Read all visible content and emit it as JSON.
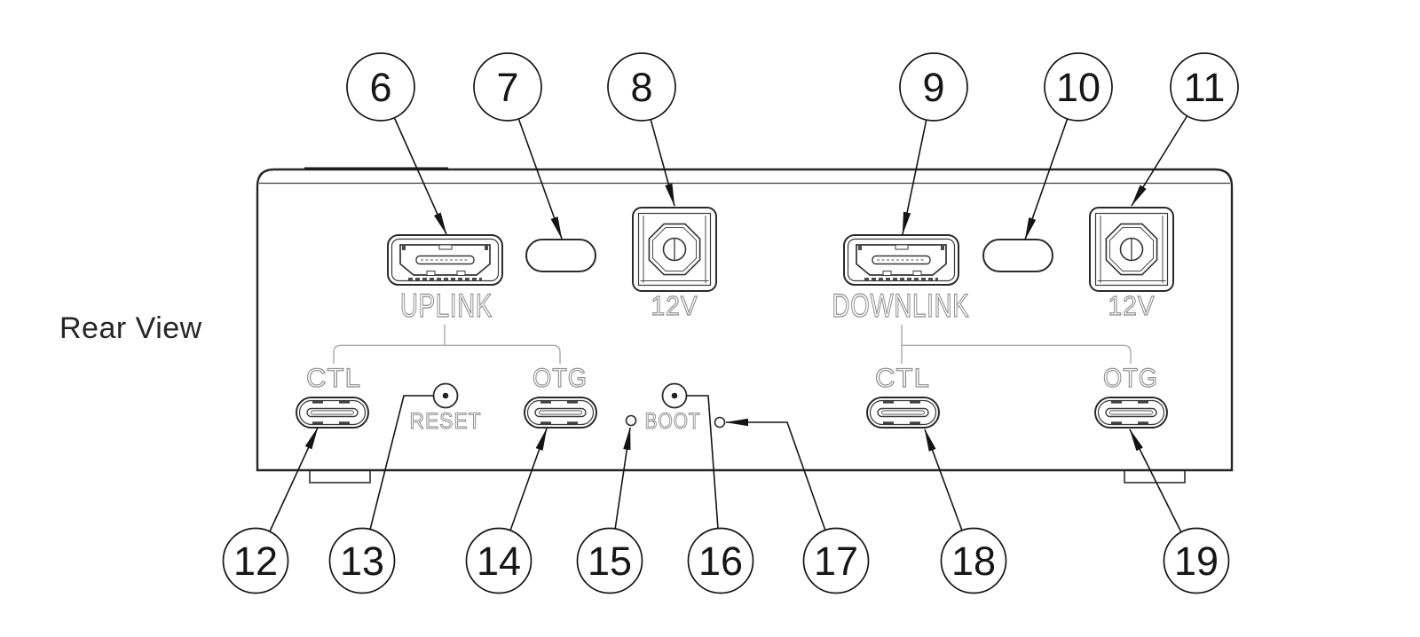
{
  "view": {
    "title": "Rear View"
  },
  "labels": {
    "uplink": "UPLINK",
    "downlink": "DOWNLINK",
    "power_left": "12V",
    "power_right": "12V",
    "ctl_left": "CTL",
    "otg_left": "OTG",
    "ctl_right": "CTL",
    "otg_right": "OTG",
    "reset": "RESET",
    "boot": "BOOT"
  },
  "callouts": {
    "c6": "6",
    "c7": "7",
    "c8": "8",
    "c9": "9",
    "c10": "10",
    "c11": "11",
    "c12": "12",
    "c13": "13",
    "c14": "14",
    "c15": "15",
    "c16": "16",
    "c17": "17",
    "c18": "18",
    "c19": "19"
  },
  "colors": {
    "background": "#ffffff",
    "outline": "#2a2a2a",
    "leader": "#141414",
    "engraved_label": "#8d8d8d",
    "bracket": "#a9a9a9"
  }
}
